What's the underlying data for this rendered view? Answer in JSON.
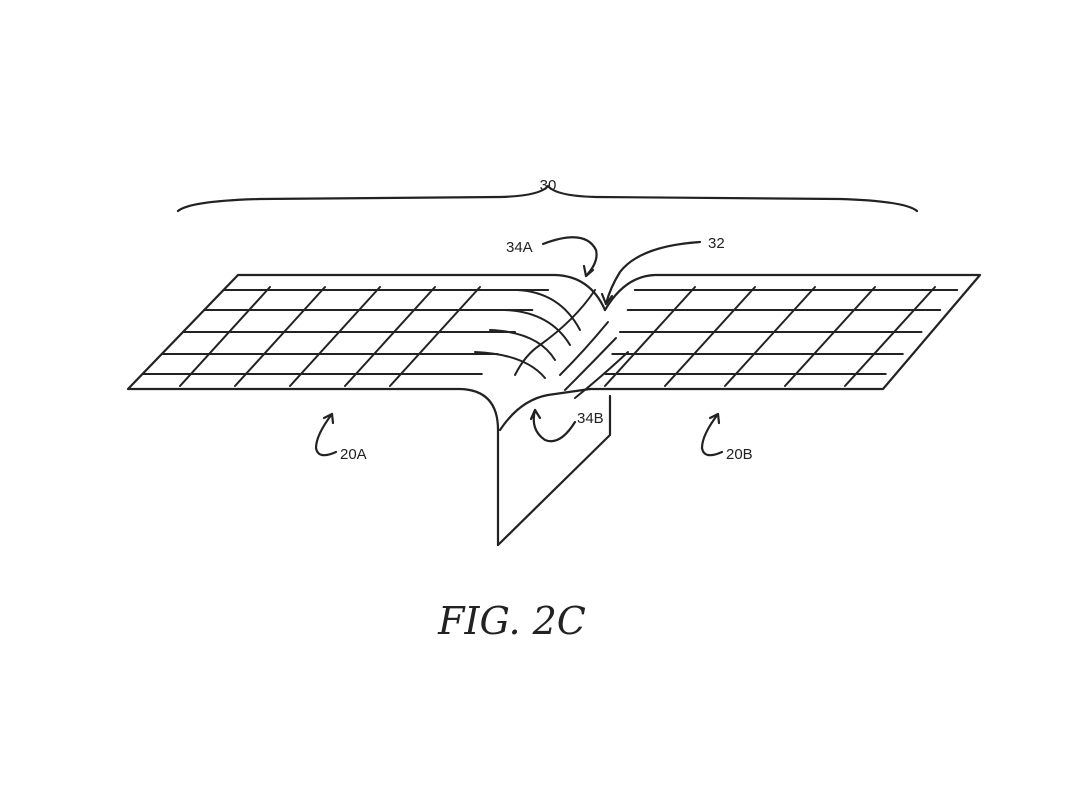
{
  "figure": {
    "caption": "FIG. 2C",
    "labels": {
      "assembly": "30",
      "fold": "32",
      "upper_bend": "34A",
      "lower_bend": "34B",
      "left_panel": "20A",
      "right_panel": "20B"
    },
    "colors": {
      "ink": "#222222",
      "background": "#ffffff"
    }
  }
}
